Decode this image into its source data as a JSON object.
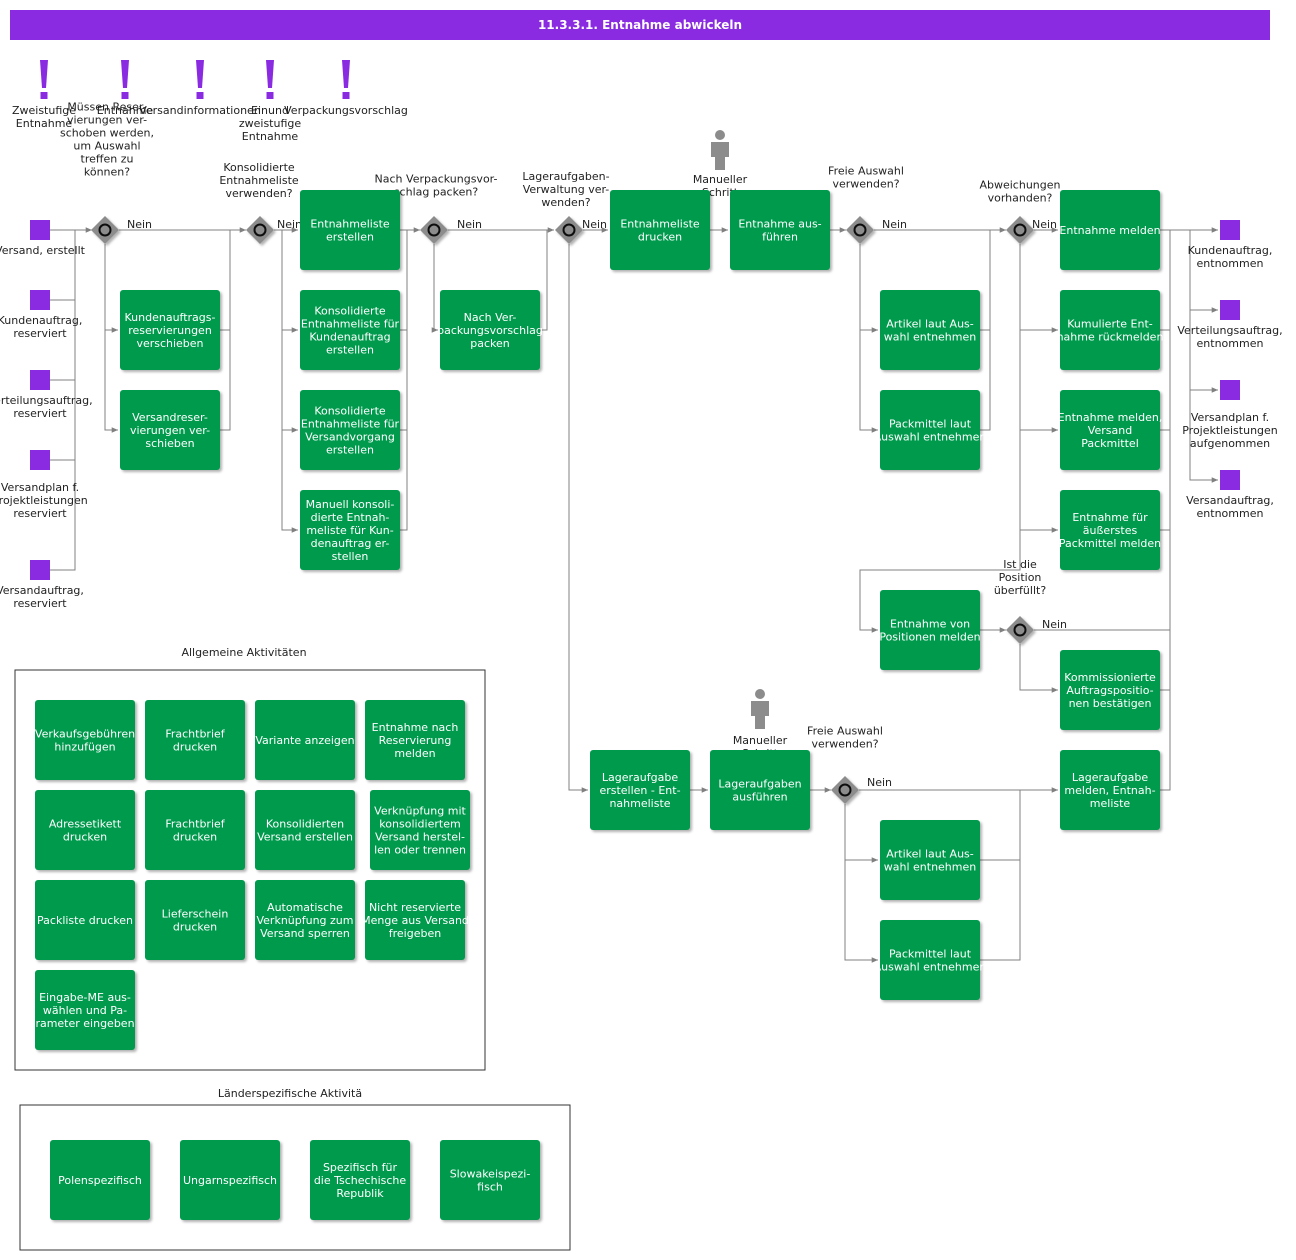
{
  "title": "11.3.3.1. Entnahme abwickeln",
  "colors": {
    "title_bar": "#8a2be2",
    "activity": "#009a4e",
    "event": "#8a2be2",
    "gateway": "#8c8c8c",
    "person": "#8c8c8c",
    "connector": "#808080"
  },
  "icons": {
    "trigger": "exclamation-icon",
    "event": "square-event-icon",
    "gateway": "gateway-diamond-icon",
    "person": "person-icon"
  },
  "triggers": [
    {
      "id": "t1",
      "label": "Zweistufige Entnahme"
    },
    {
      "id": "t2",
      "label": "Entnahme"
    },
    {
      "id": "t3",
      "label": "Versandinformationen"
    },
    {
      "id": "t4",
      "label": "Ein- und zweistufige Entnahme"
    },
    {
      "id": "t5",
      "label": "Verpackungsvorschlag"
    }
  ],
  "start_events": [
    {
      "id": "s1",
      "label": "Versand, erstellt"
    },
    {
      "id": "s2",
      "label": "Kunden- auftrag, reserviert"
    },
    {
      "id": "s3",
      "label": "Verteilungsauftrag, reserviert"
    },
    {
      "id": "s4",
      "label": "Versandplan f. Projektleistungen reserviert"
    },
    {
      "id": "s5",
      "label": "Versandauftrag, reserviert"
    }
  ],
  "end_events": [
    {
      "id": "e1",
      "label": "Kundenauftrag, entnommen"
    },
    {
      "id": "e2",
      "label": "Verteilungsauftrag, entnommen"
    },
    {
      "id": "e3",
      "label": "Versandplan f. Projektleistungen aufgenommen"
    },
    {
      "id": "e4",
      "label": "Versandauftrag, entnommen"
    }
  ],
  "gateways": [
    {
      "id": "g1",
      "question": "Müssen Reser- vierungen ver- schoben wer- den, um Aus- wahl treffen zu können?",
      "no": "Nein"
    },
    {
      "id": "g2",
      "question": "Konsolidierte Entnahmeliste verwenden?",
      "no": "Nein"
    },
    {
      "id": "g3",
      "question": "Nach Verpackungsvor- schlag packen?",
      "no": "Nein"
    },
    {
      "id": "g4",
      "question": "Lageraufgaben- Verwaltung ver- wenden?",
      "no": "Nein"
    },
    {
      "id": "g5",
      "question": "Freie Aus- wahl ver- wenden?",
      "no": "Nein"
    },
    {
      "id": "g6",
      "question": "Abweichungen vorhanden?",
      "no": "Nein"
    },
    {
      "id": "g7",
      "question": "Ist die Position überfüllt?",
      "no": "Nein"
    },
    {
      "id": "g8",
      "question": "Freie Aus- wahl ver- wenden?",
      "no": "Nein"
    }
  ],
  "persons": [
    {
      "id": "p1",
      "label": "Manueller Schritt"
    },
    {
      "id": "p2",
      "label": "Manueller Schritt"
    }
  ],
  "activities": [
    {
      "id": "a1",
      "text": "Kundenauftrags- reservierungen verschieben"
    },
    {
      "id": "a2",
      "text": "Versandreser- vierungen ver- schieben"
    },
    {
      "id": "a3",
      "text": "Entnahmeliste erstellen"
    },
    {
      "id": "a4",
      "text": "Konsolidierte Entnahmeliste für Kundenauf- trag erstellen"
    },
    {
      "id": "a5",
      "text": "Konsolidierte Entnahmeliste für Versandvor- gang erstellen"
    },
    {
      "id": "a6",
      "text": "Manuell konsoli- dierte Entnah- meliste für Kun- denauftrag er- stellen"
    },
    {
      "id": "a7",
      "text": "Nach Ver- packungsvor- schlag packen"
    },
    {
      "id": "a8",
      "text": "Entnahmeliste drucken"
    },
    {
      "id": "a9",
      "text": "Entnahme aus- führen"
    },
    {
      "id": "a10",
      "text": "Artikel laut Aus- wahl entnehmen"
    },
    {
      "id": "a11",
      "text": "Packmittel laut Auswahl entneh- men"
    },
    {
      "id": "a12",
      "text": "Entnahme mel- den"
    },
    {
      "id": "a13",
      "text": "Kumulierte Ent- nahme rückmel- den"
    },
    {
      "id": "a14",
      "text": "Entnahme mel- den, Versand Packmittel"
    },
    {
      "id": "a15",
      "text": "Entnahme für äußerstes Packmittel mel- den"
    },
    {
      "id": "a16",
      "text": "Entnahme von Positionen mel- den"
    },
    {
      "id": "a17",
      "text": "Kommissionierte Auftragspositio- nen bestätigen"
    },
    {
      "id": "a18",
      "text": "Lager- aufgabe erstellen - Ent- nahmeliste"
    },
    {
      "id": "a19",
      "text": "Lageraufgaben ausführen"
    },
    {
      "id": "a20",
      "text": "Artikel laut Aus- wahl entnehmen"
    },
    {
      "id": "a21",
      "text": "Packmittel laut Auswahl entneh- men"
    },
    {
      "id": "a22",
      "text": "Lageraufgabe melden, Entnah- meliste"
    }
  ],
  "general_group": {
    "title": "Allgemeine Aktivitäten",
    "items": [
      {
        "id": "ga1",
        "text": "Verkaufsgebüh- ren hinzufügen"
      },
      {
        "id": "ga2",
        "text": "Frachtbrief drucken"
      },
      {
        "id": "ga3",
        "text": "Variante anzei- gen"
      },
      {
        "id": "ga4",
        "text": "Entnahme nach Reservierung melden"
      },
      {
        "id": "ga5",
        "text": "Adressetikett drucken"
      },
      {
        "id": "ga6",
        "text": "Frachtbrief drucken"
      },
      {
        "id": "ga7",
        "text": "Konsolidierten Versand erstel- len"
      },
      {
        "id": "ga8",
        "text": "Verknüpfung mit konsolidiertem Versand herstel- len oder trennen"
      },
      {
        "id": "ga9",
        "text": "Packliste drucken"
      },
      {
        "id": "ga10",
        "text": "Lieferschein drucken"
      },
      {
        "id": "ga11",
        "text": "Automatische Verknüpfung zum Versand sperren"
      },
      {
        "id": "ga12",
        "text": "Nicht reservierte Menge aus Ver- sand freigeben"
      },
      {
        "id": "ga13",
        "text": "Eingabe-ME aus- wählen und Pa- rameter einge- ben"
      }
    ]
  },
  "country_group": {
    "title": "Länderspezifische Aktivitä",
    "items": [
      {
        "id": "ca1",
        "text": "Polenspezifisch"
      },
      {
        "id": "ca2",
        "text": "Ungarnspezifisch"
      },
      {
        "id": "ca3",
        "text": "Spezifisch für die Tschechische Republik"
      },
      {
        "id": "ca4",
        "text": "Slowakeispezi- fisch"
      }
    ]
  }
}
